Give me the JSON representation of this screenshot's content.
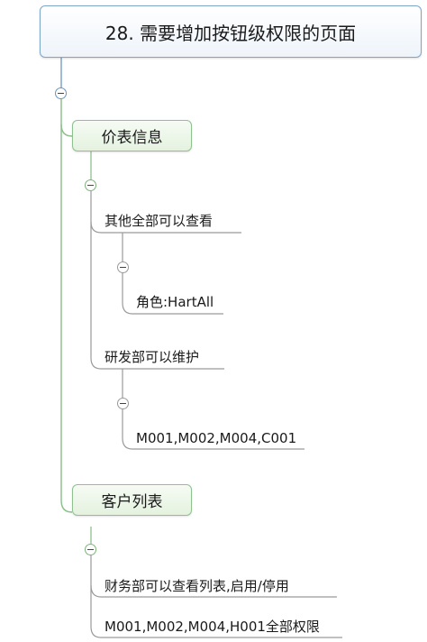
{
  "root": {
    "title": "28. 需要增加按钮级权限的页面"
  },
  "branches": [
    {
      "label": "价表信息",
      "children": [
        {
          "label": "其他全部可以查看",
          "children": [
            {
              "label": "角色:HartAll"
            }
          ]
        },
        {
          "label": "研发部可以维护",
          "children": [
            {
              "label": "M001,M002,M004,C001"
            }
          ]
        }
      ]
    },
    {
      "label": "客户列表",
      "children": [
        {
          "label": "财务部可以查看列表,启用/停用"
        },
        {
          "label": "M001,M002,M004,H001全部权限"
        }
      ]
    }
  ],
  "colors": {
    "root_line": "#7ea6c9",
    "branch_line": "#8fc08f",
    "leaf_line": "#9a9a9a"
  }
}
